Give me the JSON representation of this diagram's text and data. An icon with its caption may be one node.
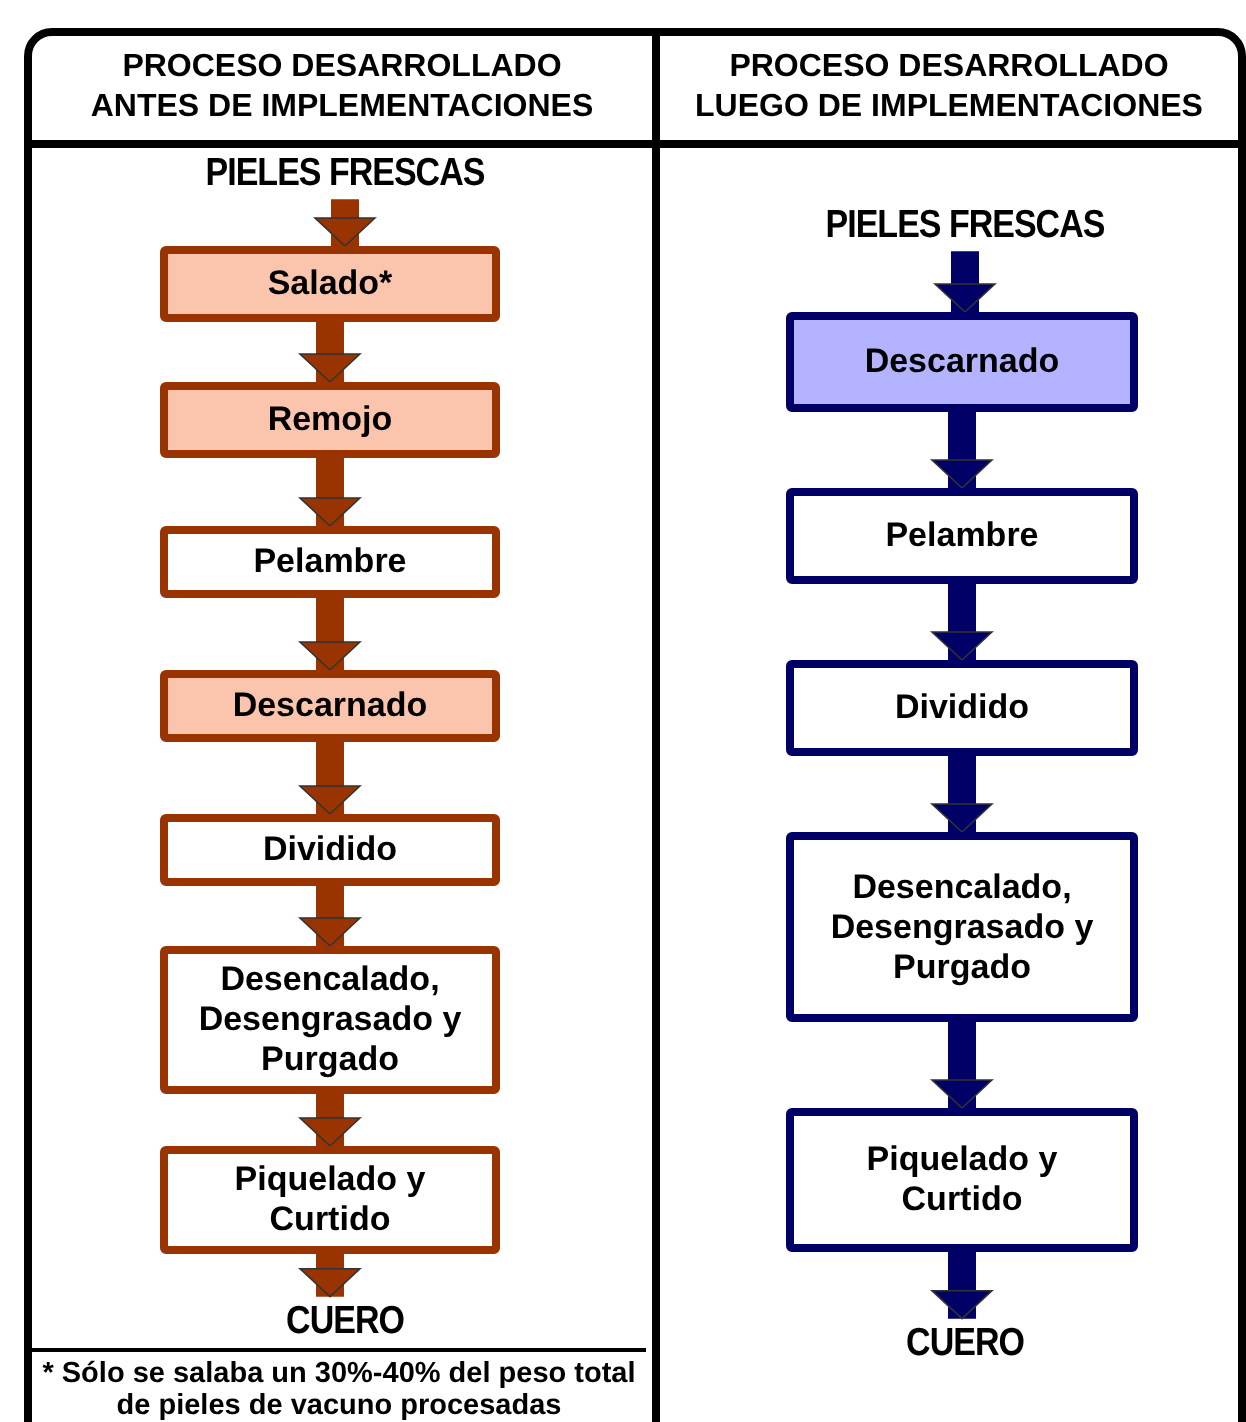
{
  "diagram": {
    "nodes": [
      {
        "text": [
          "PROCESO DESARROLLADO ANTES DE IMPLEMENTACIONES"
        ]
      },
      {
        "text": [
          "PROCESO DESARROLLADO LUEGO DE IMPLEMENTACIONES"
        ]
      },
      {
        "text": [
          "PIELES FRESCAS"
        ],
        "in": 0
      },
      {
        "text": [
          "Salado*"
        ],
        "in": 0
      },
      {
        "text": [
          "Remojo"
        ],
        "in": 0
      },
      {
        "text": [
          "Pelambre"
        ],
        "in": 0
      },
      {
        "text": [
          "Descarnado"
        ],
        "in": 0
      },
      {
        "text": [
          "Dividido"
        ],
        "in": 0
      },
      {
        "text": [
          "Desencalado, Desengrasado y Purgado"
        ],
        "in": 0
      },
      {
        "text": [
          "Piquelado y Curtido"
        ],
        "in": 0
      },
      {
        "text": [
          "CUERO"
        ],
        "in": 0
      },
      {
        "text": [
          "PIELES FRESCAS"
        ],
        "in": 1
      },
      {
        "text": [
          "Descarnado"
        ],
        "in": 1
      },
      {
        "text": [
          "Pelambre"
        ],
        "in": 1
      },
      {
        "text": [
          "Dividido"
        ],
        "in": 1
      },
      {
        "text": [
          "Desencalado, Desengrasado y Purgado"
        ],
        "in": 1
      },
      {
        "text": [
          "Piquelado y Curtido"
        ],
        "in": 1
      },
      {
        "text": [
          "CUERO"
        ],
        "in": 1
      }
    ],
    "edges": [
      {
        "from": 2,
        "to": 3,
        "arrow": "to"
      },
      {
        "from": 3,
        "to": 4,
        "arrow": "to"
      },
      {
        "from": 4,
        "to": 5,
        "arrow": "to"
      },
      {
        "from": 5,
        "to": 6,
        "arrow": "to"
      },
      {
        "from": 6,
        "to": 7,
        "arrow": "to"
      },
      {
        "from": 7,
        "to": 8,
        "arrow": "to"
      },
      {
        "from": 8,
        "to": 9,
        "arrow": "to"
      },
      {
        "from": 9,
        "to": 10,
        "arrow": "to"
      },
      {
        "from": 11,
        "to": 12,
        "arrow": "to",
        "color": "#000066"
      },
      {
        "from": 12,
        "to": 13,
        "arrow": "to",
        "color": "#000066"
      },
      {
        "from": 13,
        "to": 14,
        "arrow": "to",
        "color": "#000066"
      },
      {
        "from": 14,
        "to": 15,
        "arrow": "to",
        "color": "#000066"
      },
      {
        "from": 15,
        "to": 16,
        "arrow": "to",
        "color": "#000066"
      },
      {
        "from": 16,
        "to": 17,
        "arrow": "to",
        "color": "#000066"
      }
    ],
    "labels": [
      "* Sólo se salaba un 30%-40% del peso total de pieles de vacuno procesadas"
    ]
  }
}
